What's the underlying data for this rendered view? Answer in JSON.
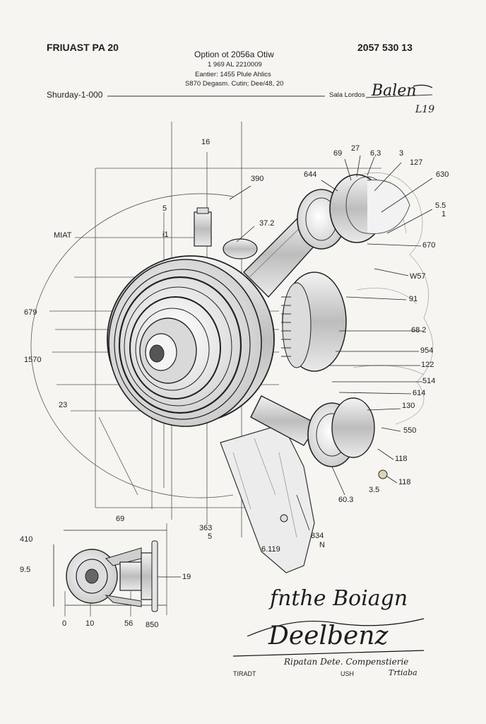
{
  "header": {
    "left_code": "FRIUAST PA 20",
    "right_code": "2057  530 13",
    "title": "Option ot 2056a Otiw",
    "line1": "1 969 AL 2210009",
    "line2": "Eantier: 1455 Plule Ahlics",
    "line3": "S870 Degasm. Cutin; Dee/48, 20",
    "date_line": "Shurday-1-000",
    "sign_label": "Sala Lordos",
    "sign_name": "Balen",
    "sheet_mark": "L19"
  },
  "main_labels": {
    "top": [
      "16",
      "390",
      "5",
      "i1",
      "37.2",
      "644",
      "69",
      "27",
      "6,3",
      "3",
      "127",
      "630",
      "5.5",
      "1"
    ],
    "left": [
      "MIAT",
      "679",
      "1570",
      "23"
    ],
    "right": [
      "670",
      "W57",
      "91",
      "68 2",
      "954",
      "122",
      "514",
      "614",
      "130",
      "550",
      "118",
      "118",
      "3.5",
      "60.3"
    ],
    "bottom": [
      "363",
      "5",
      "6.119",
      "834",
      "N"
    ]
  },
  "detail_labels": [
    "69",
    "410",
    "9.5",
    "19",
    "0",
    "10",
    "56",
    "850"
  ],
  "signature": {
    "line1": "fnthe Boiagn",
    "line2": "Deelbenz",
    "caption": "Ripatan Dete. Compenstierie"
  },
  "footer": {
    "left": "TIRADT",
    "center": "USH",
    "right": "Trtiaba"
  },
  "colors": {
    "ink": "#1e1e1e",
    "paper": "#f6f5f1",
    "shade": "#9a9a9a"
  }
}
